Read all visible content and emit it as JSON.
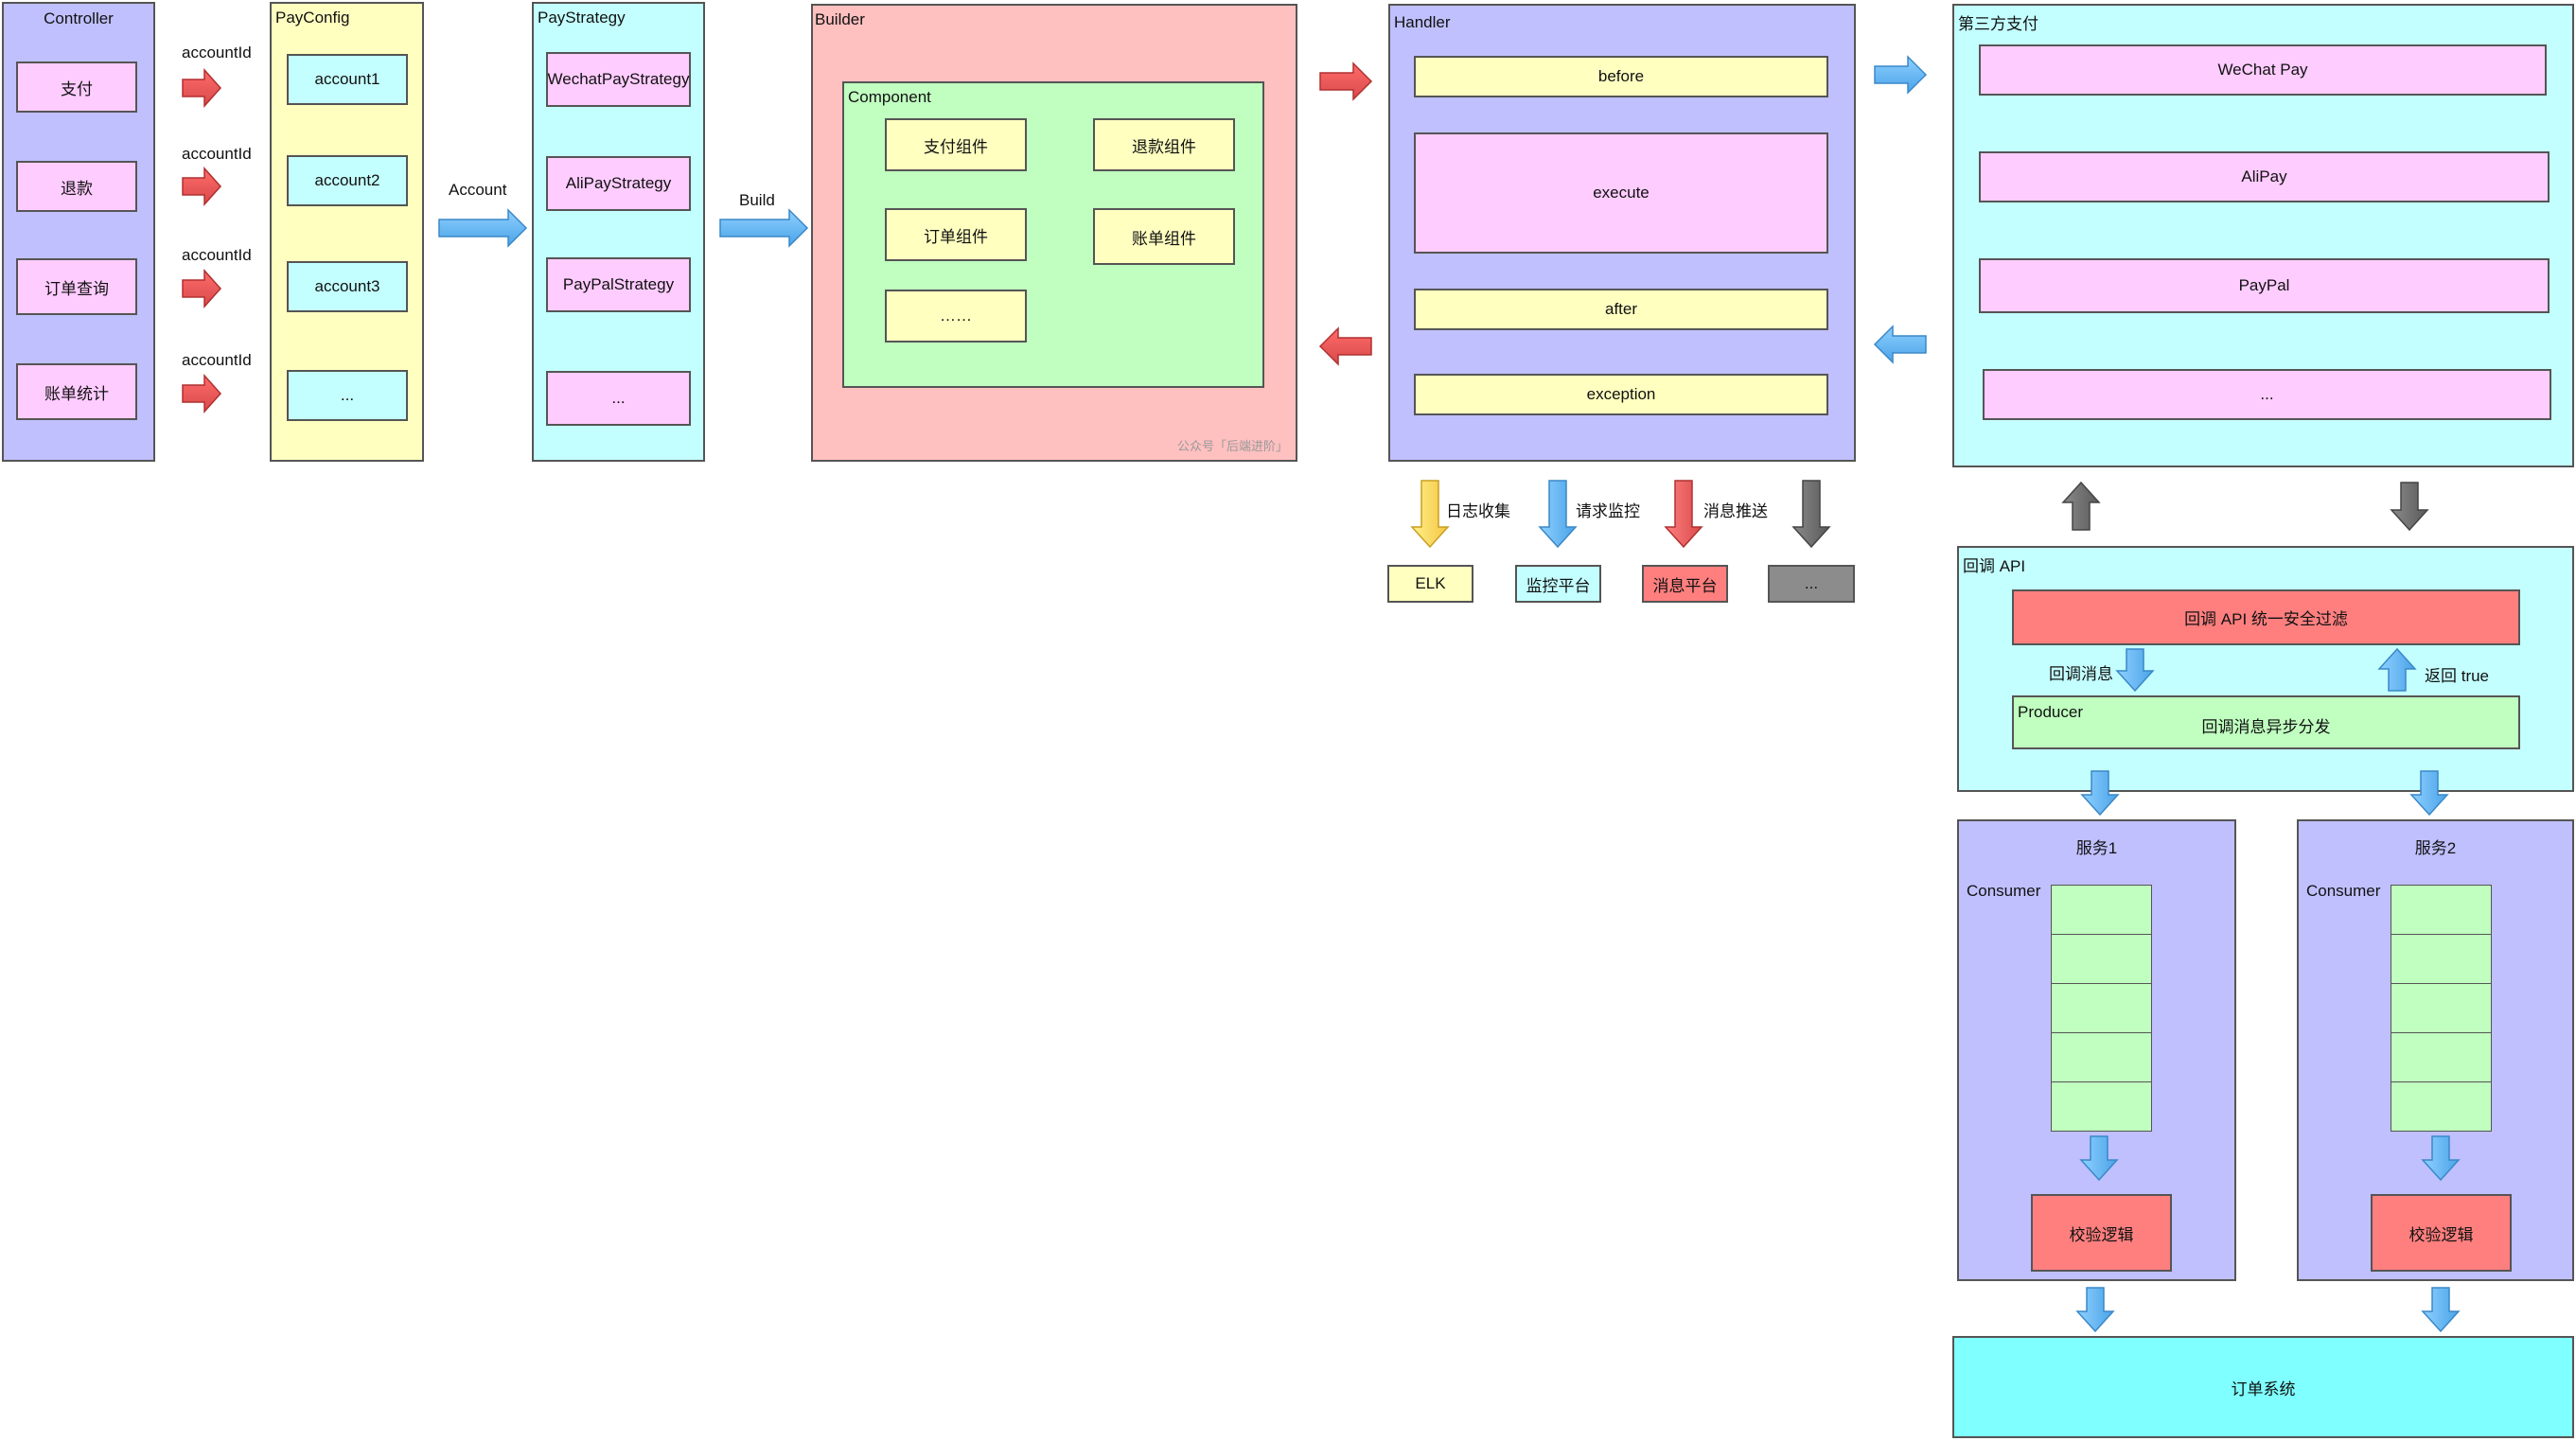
{
  "controller": {
    "title": "Controller",
    "items": [
      {
        "label": "支付"
      },
      {
        "label": "退款"
      },
      {
        "label": "订单查询"
      },
      {
        "label": "账单统计"
      }
    ],
    "arrow_label": "accountId"
  },
  "payconfig": {
    "title": "PayConfig",
    "items": [
      {
        "label": "account1"
      },
      {
        "label": "account2"
      },
      {
        "label": "account3"
      },
      {
        "label": "..."
      }
    ]
  },
  "account_arrow_label": "Account",
  "paystrategy": {
    "title": "PayStrategy",
    "items": [
      {
        "label": "WechatPayStrategy"
      },
      {
        "label": "AliPayStrategy"
      },
      {
        "label": "PayPalStrategy"
      },
      {
        "label": "..."
      }
    ]
  },
  "build_arrow_label": "Build",
  "builder": {
    "title": "Builder",
    "component_title": "Component",
    "components": [
      {
        "label": "支付组件"
      },
      {
        "label": "退款组件"
      },
      {
        "label": "订单组件"
      },
      {
        "label": "账单组件"
      },
      {
        "label": "……"
      }
    ],
    "watermark": "公众号「后端进阶」"
  },
  "handler": {
    "title": "Handler",
    "items": [
      {
        "label": "before"
      },
      {
        "label": "execute"
      },
      {
        "label": "after"
      },
      {
        "label": "exception"
      }
    ]
  },
  "outputs": [
    {
      "arrow_label": "日志收集",
      "target": "ELK",
      "color": "#ffd54f"
    },
    {
      "arrow_label": "请求监控",
      "target": "监控平台",
      "color": "#64b5f6"
    },
    {
      "arrow_label": "消息推送",
      "target": "消息平台",
      "color": "#e57373"
    },
    {
      "arrow_label": "",
      "target": "...",
      "color": "#757575"
    }
  ],
  "third_party": {
    "title": "第三方支付",
    "items": [
      {
        "label": "WeChat Pay"
      },
      {
        "label": "AliPay"
      },
      {
        "label": "PayPal"
      },
      {
        "label": "..."
      }
    ]
  },
  "callback": {
    "title": "回调 API",
    "filter_label": "回调 API 统一安全过滤",
    "left_arrow_label": "回调消息",
    "right_arrow_label": "返回 true",
    "producer_title": "Producer",
    "producer_label": "回调消息异步分发"
  },
  "services": [
    {
      "title": "服务1",
      "consumer_label": "Consumer",
      "check_label": "校验逻辑"
    },
    {
      "title": "服务2",
      "consumer_label": "Consumer",
      "check_label": "校验逻辑"
    }
  ],
  "order_system": {
    "label": "订单系统"
  },
  "colors": {
    "red_arrow": "#e57373",
    "blue_arrow": "#64b5f6",
    "gray_arrow": "#757575"
  }
}
